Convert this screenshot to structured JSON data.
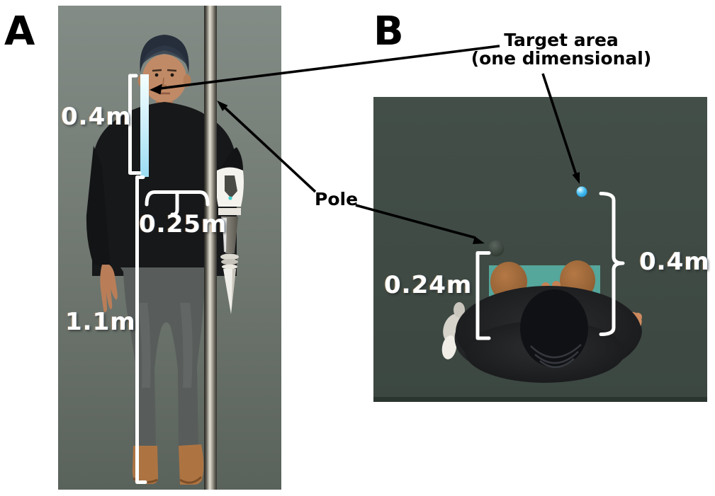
{
  "figure_title": "Experimental setup diagram: avatar with pole, front view (A) and top view (B)",
  "panel_a": {
    "letter": "A",
    "view": "front view of avatar standing behind pole with one-dimensional target bar",
    "measurements": {
      "target_height": "0.4m",
      "shoulder_offset": "0.25m",
      "lower_height": "1.1m"
    }
  },
  "panel_b": {
    "letter": "B",
    "view": "top-down view of avatar with target area plane, target sphere and pole sphere",
    "measurements": {
      "target_width": "0.24m",
      "target_distance": "0.4m"
    }
  },
  "annotations": {
    "target_area_label_line1": "Target area",
    "target_area_label_line2": "(one dimensional)",
    "pole_label": "Pole"
  },
  "colors": {
    "background_white": "#ffffff",
    "panel_a_bg_top": "#838c86",
    "panel_a_bg_bottom": "#5a625c",
    "panel_b_bg": "#414c46",
    "panel_b_bg_bottom_strip": "#2b352f",
    "target_bar_cyan_top": "#f2feff",
    "target_bar_cyan_bottom": "#9adcf2",
    "target_plane_teal": "#55a69b",
    "target_sphere_blue": "#2fb0ec",
    "pole_sphere_gray": "#39433c",
    "bracket_white": "#ffffff",
    "annotation_black": "#000000",
    "skin_tone": "#c18a66",
    "sweater_black": "#17181a",
    "jeans_gray": "#585d5b",
    "boots_brown": "#ad7442",
    "pole_highlight": "#e3dfd3",
    "prosthetic_white": "#f0eee8"
  }
}
